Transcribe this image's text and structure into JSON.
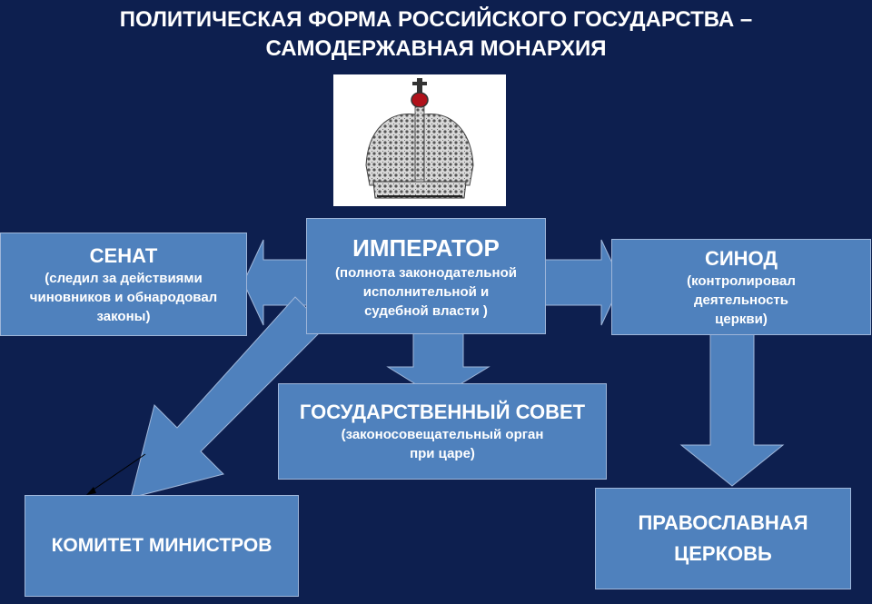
{
  "title": {
    "line1": "ПОЛИТИЧЕСКАЯ ФОРМА РОССИЙСКОГО ГОСУДАРСТВА –",
    "line2": "САМОДЕРЖАВНАЯ МОНАРХИЯ"
  },
  "emperor": {
    "head": "ИМПЕРАТОР",
    "sub1": "(полнота законодательной",
    "sub2": "исполнительной и",
    "sub3": "судебной власти )"
  },
  "senate": {
    "head": "СЕНАТ",
    "sub1": "(следил за действиями",
    "sub2": "чиновников и обнародовал",
    "sub3": "законы)"
  },
  "synod": {
    "head": "СИНОД",
    "sub1": "(контролировал",
    "sub2": "деятельность",
    "sub3": "церкви)"
  },
  "state_council": {
    "head": "ГОСУДАРСТВЕННЫЙ СОВЕТ",
    "sub1": "(законосовещательный орган",
    "sub2": "при царе)"
  },
  "committee": {
    "head": "КОМИТЕТ МИНИСТРОВ"
  },
  "church": {
    "line1": "ПРАВОСЛАВНАЯ",
    "line2": "ЦЕРКОВЬ"
  },
  "colors": {
    "background": "#0d1f4f",
    "box_fill": "#4f81bd",
    "text": "#ffffff"
  }
}
